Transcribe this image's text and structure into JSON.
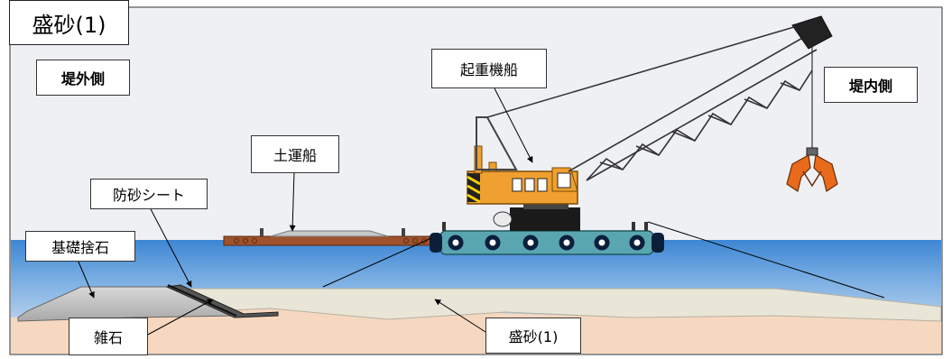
{
  "title": "盛砂(1)",
  "labels": {
    "seaward_side": "堤外側",
    "landward_side": "堤内側",
    "crane_barge": "起重機船",
    "earth_barge": "土運船",
    "sand_sheet": "防砂シート",
    "foundation_rubble": "基礎捨石",
    "rubble": "雑石",
    "sand_fill": "盛砂(1)"
  },
  "colors": {
    "sky": "#eef0f3",
    "sea_top": "#4a8fd6",
    "sea_bottom": "#e3e9f2",
    "seabed": "#f6d7bf",
    "sand_fill": "#e9e6d8",
    "rubble": "#c8c8c8",
    "barge_body": "#5aa6b0",
    "crane_orange": "#f0a030",
    "earth_barge": "#a0522d"
  }
}
